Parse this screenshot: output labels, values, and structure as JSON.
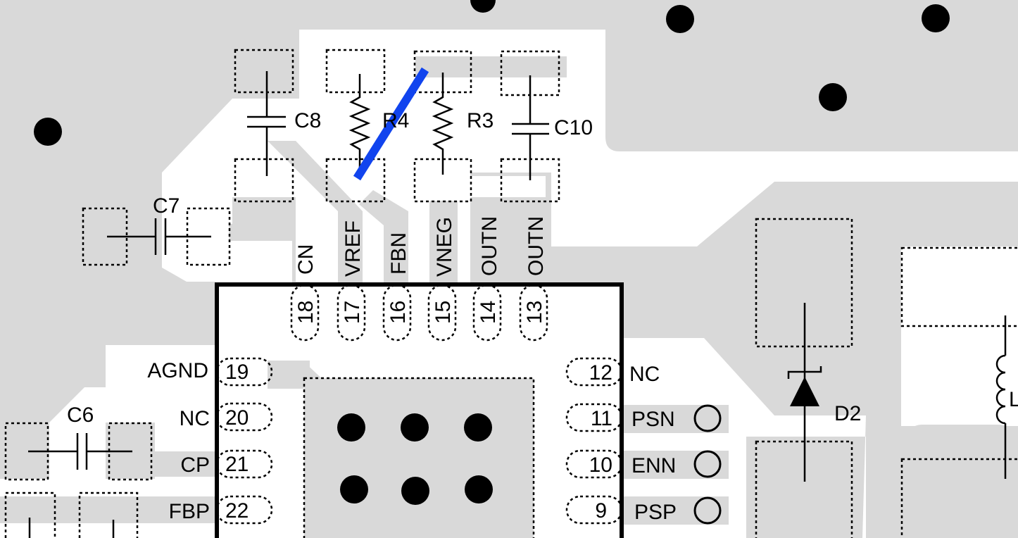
{
  "colors": {
    "copper": "#d9d9d9",
    "background": "#ffffff",
    "outline": "#000000",
    "annotation": "#1144ee"
  },
  "components": {
    "C8": "C8",
    "R4": "R4",
    "R3": "R3",
    "C10": "C10",
    "C7": "C7",
    "C6": "C6",
    "D2": "D2",
    "L": "L"
  },
  "top_pins": [
    {
      "name": "CN",
      "number": "18"
    },
    {
      "name": "VREF",
      "number": "17"
    },
    {
      "name": "FBN",
      "number": "16"
    },
    {
      "name": "VNEG",
      "number": "15"
    },
    {
      "name": "OUTN",
      "number": "14"
    },
    {
      "name": "OUTN",
      "number": "13"
    }
  ],
  "left_pins": [
    {
      "name": "AGND",
      "number": "19"
    },
    {
      "name": "NC",
      "number": "20"
    },
    {
      "name": "CP",
      "number": "21"
    },
    {
      "name": "FBP",
      "number": "22"
    }
  ],
  "right_pins": [
    {
      "name": "NC",
      "number": "12"
    },
    {
      "name": "PSN",
      "number": "11"
    },
    {
      "name": "ENN",
      "number": "10"
    },
    {
      "name": "PSP",
      "number": "9"
    }
  ],
  "icons": {
    "via": "via-dot-icon",
    "test_point": "test-point-circle-icon",
    "annotation_stroke": "blue-strike-line-icon"
  }
}
